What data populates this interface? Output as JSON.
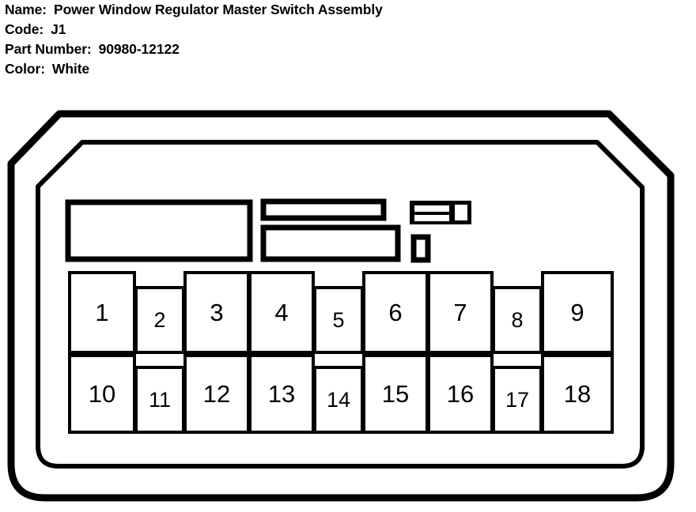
{
  "header": {
    "rows": [
      {
        "label": "Name:",
        "value": "Power Window Regulator Master Switch Assembly"
      },
      {
        "label": "Code:",
        "value": "J1"
      },
      {
        "label": "Part Number:",
        "value": "90980-12122"
      },
      {
        "label": "Color:",
        "value": "White"
      }
    ]
  },
  "connector": {
    "type": "automotive-connector-face-view",
    "shell": {
      "outline_style": "double-wall-rounded-chamfered",
      "stroke_color": "#000000",
      "fill_color": "#ffffff"
    },
    "keying_features": [
      {
        "name": "large-left-cavity",
        "shape": "rectangle"
      },
      {
        "name": "upper-middle-slot",
        "shape": "rectangle"
      },
      {
        "name": "lower-middle-slot",
        "shape": "rectangle"
      },
      {
        "name": "right-double-slot-block",
        "shape": "compound-slot"
      },
      {
        "name": "small-square-slot",
        "shape": "square"
      }
    ],
    "pin_grid": {
      "rows": 2,
      "columns": 9,
      "total_pins": 18,
      "top_row": [
        "1",
        "2",
        "3",
        "4",
        "5",
        "6",
        "7",
        "8",
        "9"
      ],
      "bottom_row": [
        "10",
        "11",
        "12",
        "13",
        "14",
        "15",
        "16",
        "17",
        "18"
      ],
      "narrow_columns": [
        2,
        5,
        8
      ]
    }
  }
}
